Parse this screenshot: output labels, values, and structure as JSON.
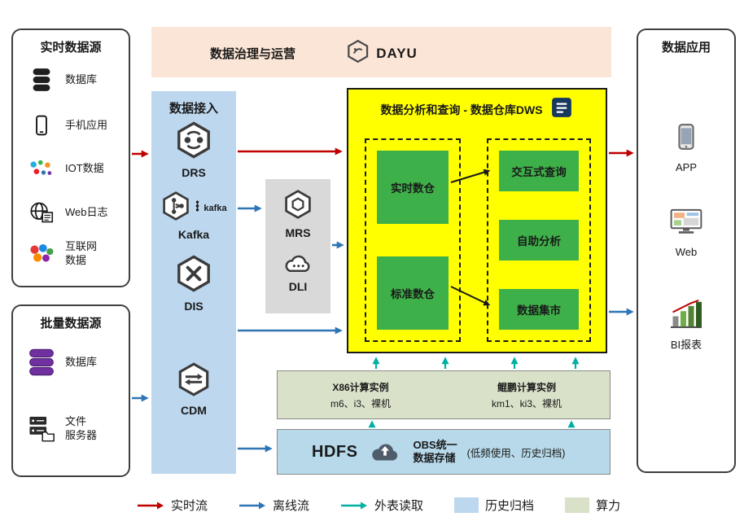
{
  "realtime_sources": {
    "title": "实时数据源",
    "items": [
      {
        "icon": "database-icon",
        "label": "数据库"
      },
      {
        "icon": "mobile-phone-icon",
        "label": "手机应用"
      },
      {
        "icon": "iot-icon",
        "label": "IOT数据"
      },
      {
        "icon": "web-log-icon",
        "label": "Web日志"
      },
      {
        "icon": "internet-data-icon",
        "label": "互联网\n数据"
      }
    ]
  },
  "batch_sources": {
    "title": "批量数据源",
    "items": [
      {
        "icon": "database-purple-icon",
        "label": "数据库"
      },
      {
        "icon": "file-server-icon",
        "label": "文件\n服务器"
      }
    ]
  },
  "governance": {
    "title": "数据治理与运营",
    "logo_icon": "dayu-hexagon-icon",
    "logo_text": "DAYU"
  },
  "ingestion": {
    "title": "数据接入",
    "services": [
      {
        "icon": "drs-hexagon-icon",
        "label": "DRS"
      },
      {
        "icon": "kafka-hexagon-icon",
        "label": "Kafka",
        "wordmark": "kafka"
      },
      {
        "icon": "dis-hexagon-icon",
        "label": "DIS"
      },
      {
        "icon": "cdm-hexagon-icon",
        "label": "CDM"
      }
    ]
  },
  "processing": {
    "services": [
      {
        "icon": "mrs-hexagon-icon",
        "label": "MRS"
      },
      {
        "icon": "dli-cloud-icon",
        "label": "DLI"
      }
    ]
  },
  "dws": {
    "title": "数据分析和查询 - 数据仓库DWS",
    "title_icon": "report-icon",
    "warehouses": [
      "实时数仓",
      "标准数仓"
    ],
    "analytics": [
      "交互式查询",
      "自助分析",
      "数据集市"
    ]
  },
  "compute": {
    "x86": {
      "title": "X86计算实例",
      "spec": "m6、i3、裸机"
    },
    "kunpeng": {
      "title": "鲲鹏计算实例",
      "spec": "km1、ki3、裸机"
    }
  },
  "storage": {
    "hdfs_label": "HDFS",
    "cloud_icon": "obs-cloud-icon",
    "obs_label": "OBS统一\n数据存储",
    "obs_note": "(低频使用、历史归档)"
  },
  "applications": {
    "title": "数据应用",
    "items": [
      {
        "icon": "app-phone-icon",
        "label": "APP"
      },
      {
        "icon": "web-monitor-icon",
        "label": "Web"
      },
      {
        "icon": "bi-report-icon",
        "label": "BI报表"
      }
    ]
  },
  "legend": {
    "items": [
      {
        "label": "实时流",
        "type": "arrow",
        "color": "#c00000"
      },
      {
        "label": "离线流",
        "type": "arrow",
        "color": "#2e75b6"
      },
      {
        "label": "外表读取",
        "type": "arrow",
        "color": "#00b0a2"
      },
      {
        "label": "历史归档",
        "type": "swatch",
        "color": "#bdd7ee"
      },
      {
        "label": "算力",
        "type": "swatch",
        "color": "#d9e2c9"
      }
    ]
  },
  "colors": {
    "realtime_flow": "#c00000",
    "offline_flow": "#2e75b6",
    "external_table_read": "#00b0a2",
    "dws_background": "#ffff00",
    "service_green": "#3eb049",
    "governance_background": "#fbe5d6",
    "ingestion_background": "#bdd7ee",
    "processing_background": "#d9d9d9",
    "compute_background": "#d9e2c9",
    "storage_background": "#b7d9ea"
  }
}
